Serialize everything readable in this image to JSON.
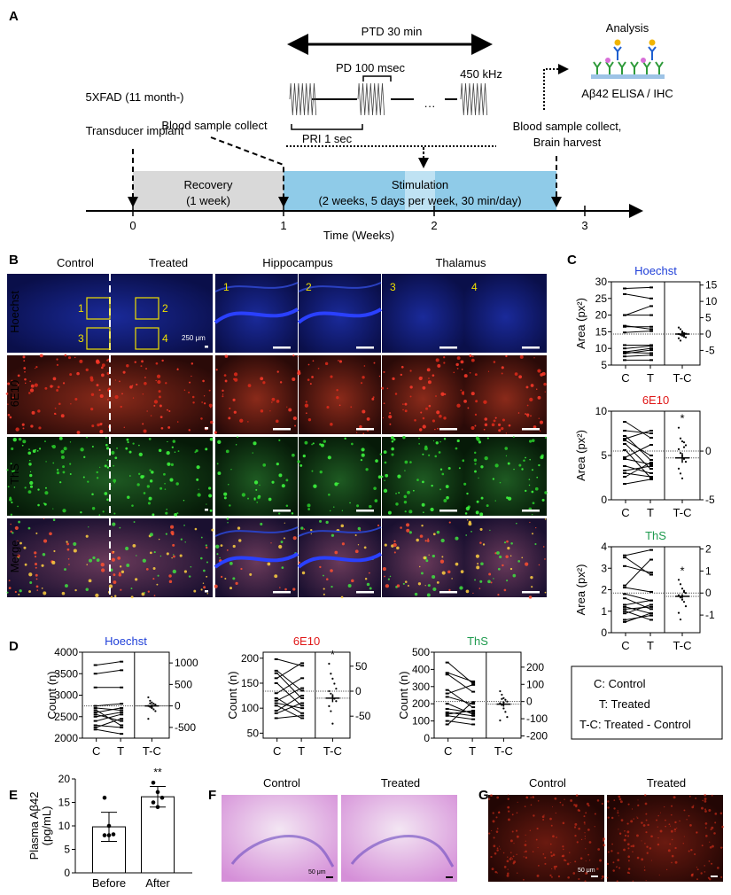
{
  "panel_labels": {
    "a": "A",
    "b": "B",
    "c": "C",
    "d": "D",
    "e": "E",
    "f": "F",
    "g": "G"
  },
  "panel_a": {
    "model": "5XFAD (11 month-)",
    "implant": "Transducer implant",
    "blood1": "Blood sample collect",
    "blood2": "Blood sample collect,",
    "harvest": "Brain harvest",
    "ptd": "PTD 30 min",
    "pd": "PD 100 msec",
    "freq": "450 kHz",
    "pri": "PRI 1 sec",
    "ellipsis": "···",
    "analysis": "Analysis",
    "assay": "Aβ42 ELISA / IHC",
    "recovery": "Recovery",
    "recovery_dur": "(1 week)",
    "stimulation": "Stimulation",
    "stimulation_dur": "(2 weeks, 5 days per week, 30 min/day)",
    "ticks": [
      "0",
      "1",
      "2",
      "3"
    ],
    "xlabel": "Time (Weeks)",
    "colors": {
      "recovery": "#d9d9d9",
      "stimulation": "#8fcbe8"
    }
  },
  "panel_b": {
    "col_headers": {
      "control": "Control",
      "treated": "Treated",
      "hippocampus": "Hippocampus",
      "thalamus": "Thalamus"
    },
    "rows": [
      {
        "label": "Hoechst",
        "color": "#1f3fd8"
      },
      {
        "label": "6E10",
        "color": "#e01818"
      },
      {
        "label": "ThS",
        "color": "#2aa02a"
      },
      {
        "label": "Merge",
        "color": "#000000"
      }
    ],
    "region_numbers": [
      "1",
      "2",
      "3",
      "4"
    ],
    "scale_bar": "250 μm"
  },
  "chart_data": [
    {
      "id": "C-Hoechst",
      "type": "paired-scatter",
      "title": "Hoechst",
      "title_color": "#1f3fd8",
      "ylabel": "Area (px²)",
      "categories": [
        "C",
        "T",
        "T-C"
      ],
      "ylim": [
        5,
        30
      ],
      "yticks": [
        5,
        10,
        15,
        20,
        25,
        30
      ],
      "ylim_right": [
        -9.5,
        16
      ],
      "yticks_right": [
        -5,
        0,
        5,
        10,
        15
      ],
      "pairs": [
        [
          28,
          28.3
        ],
        [
          26.3,
          25
        ],
        [
          20,
          22.7
        ],
        [
          20,
          20
        ],
        [
          16.8,
          15.8
        ],
        [
          16.5,
          16.5
        ],
        [
          14.8,
          15.2
        ],
        [
          11,
          11
        ],
        [
          10,
          10.7
        ],
        [
          9,
          10
        ],
        [
          8.8,
          8.6
        ],
        [
          8.5,
          9.5
        ],
        [
          7.6,
          8
        ],
        [
          6.5,
          6.5
        ]
      ],
      "diff": [
        2,
        1.5,
        0.5,
        0.3,
        0.1,
        0,
        -0.2,
        -0.5,
        -0.8,
        -1,
        -1.3,
        -2,
        0.8,
        -0.3
      ],
      "diff_mean": 0,
      "diff_sem": 0.5,
      "sig": ""
    },
    {
      "id": "C-6E10",
      "type": "paired-scatter",
      "title": "6E10",
      "title_color": "#e01818",
      "ylabel": "Area (px²)",
      "categories": [
        "C",
        "T",
        "T-C"
      ],
      "ylim": [
        0,
        10
      ],
      "yticks": [
        0,
        5,
        10
      ],
      "ylim_right": [
        -5,
        4.1
      ],
      "yticks_right": [
        -5,
        0
      ],
      "pairs": [
        [
          8.8,
          7
        ],
        [
          7.8,
          7.5
        ],
        [
          7.2,
          4.5
        ],
        [
          6.9,
          7.8
        ],
        [
          6.7,
          5
        ],
        [
          6.3,
          3.5
        ],
        [
          5.6,
          2.5
        ],
        [
          4.8,
          6.2
        ],
        [
          4.6,
          4
        ],
        [
          3.8,
          3
        ],
        [
          3.3,
          3.8
        ],
        [
          3,
          2.6
        ],
        [
          2.6,
          4.2
        ],
        [
          1.8,
          2.3
        ]
      ],
      "diff": [
        2.4,
        1.3,
        1,
        0.9,
        0.6,
        0.2,
        -0.2,
        -0.5,
        -0.8,
        -1.1,
        -1.8,
        -2.3,
        -2.8,
        0.4
      ],
      "diff_mean": -0.7,
      "diff_sem": 0.5,
      "sig": "*"
    },
    {
      "id": "C-ThS",
      "type": "paired-scatter",
      "title": "ThS",
      "title_color": "#1e9a4e",
      "ylabel": "Area (px²)",
      "categories": [
        "C",
        "T",
        "T-C"
      ],
      "ylim": [
        0,
        4
      ],
      "yticks": [
        0,
        1,
        2,
        3,
        4
      ],
      "ylim_right": [
        -1.8,
        2.1
      ],
      "yticks_right": [
        -1,
        0,
        1,
        2
      ],
      "pairs": [
        [
          3.6,
          3.85
        ],
        [
          3.5,
          2.7
        ],
        [
          3.1,
          2.8
        ],
        [
          2.2,
          3.4
        ],
        [
          2.1,
          1.9
        ],
        [
          1.8,
          1.5
        ],
        [
          1.6,
          1.1
        ],
        [
          1.3,
          1.5
        ],
        [
          1.2,
          0.9
        ],
        [
          1.1,
          1.2
        ],
        [
          1,
          0.6
        ],
        [
          0.9,
          1.3
        ],
        [
          0.6,
          0.8
        ],
        [
          0.5,
          0.9
        ]
      ],
      "diff": [
        0.6,
        0.4,
        0.2,
        0.1,
        0,
        -0.1,
        -0.2,
        -0.3,
        -0.4,
        -0.6,
        -0.9,
        -1.2,
        -0.15,
        0.05
      ],
      "diff_mean": -0.15,
      "diff_sem": 0.1,
      "sig": "*"
    },
    {
      "id": "D-Hoechst",
      "type": "paired-scatter",
      "title": "Hoechst",
      "title_color": "#1f3fd8",
      "ylabel": "Count (n)",
      "categories": [
        "C",
        "T",
        "T-C"
      ],
      "ylim": [
        2000,
        4000
      ],
      "yticks": [
        2000,
        2500,
        3000,
        3500,
        4000
      ],
      "ylim_right": [
        -750,
        1250
      ],
      "yticks_right": [
        -500,
        0,
        500,
        1000
      ],
      "pairs": [
        [
          3700,
          3780
        ],
        [
          3500,
          3580
        ],
        [
          3180,
          3180
        ],
        [
          2750,
          2800
        ],
        [
          2700,
          2650
        ],
        [
          2650,
          2300
        ],
        [
          2600,
          2700
        ],
        [
          2550,
          2400
        ],
        [
          2500,
          2600
        ],
        [
          2400,
          2550
        ],
        [
          2300,
          2250
        ],
        [
          2250,
          2450
        ],
        [
          2200,
          2100
        ]
      ],
      "diff": [
        200,
        120,
        80,
        50,
        30,
        0,
        -20,
        -50,
        -80,
        -120,
        -300,
        60,
        -30
      ],
      "diff_mean": 0,
      "diff_sem": 40,
      "sig": ""
    },
    {
      "id": "D-6E10",
      "type": "paired-scatter",
      "title": "6E10",
      "title_color": "#e01818",
      "ylabel": "Count (n)",
      "categories": [
        "C",
        "T",
        "T-C"
      ],
      "ylim": [
        40,
        212
      ],
      "yticks": [
        50,
        100,
        150,
        200
      ],
      "ylim_right": [
        -94,
        78
      ],
      "yticks_right": [
        -50,
        0,
        50
      ],
      "pairs": [
        [
          198,
          185
        ],
        [
          175,
          135
        ],
        [
          170,
          120
        ],
        [
          160,
          190
        ],
        [
          150,
          105
        ],
        [
          130,
          160
        ],
        [
          120,
          90
        ],
        [
          115,
          140
        ],
        [
          110,
          100
        ],
        [
          105,
          80
        ],
        [
          95,
          125
        ],
        [
          90,
          110
        ],
        [
          80,
          85
        ]
      ],
      "diff": [
        55,
        35,
        25,
        15,
        5,
        0,
        -5,
        -10,
        -15,
        -20,
        -30,
        -40,
        -65
      ],
      "diff_mean": -14,
      "diff_sem": 8,
      "sig": "*"
    },
    {
      "id": "D-ThS",
      "type": "paired-scatter",
      "title": "ThS",
      "title_color": "#1e9a4e",
      "ylabel": "Count (n)",
      "categories": [
        "C",
        "T",
        "T-C"
      ],
      "ylim": [
        0,
        500
      ],
      "yticks": [
        0,
        100,
        200,
        300,
        400,
        500
      ],
      "ylim_right": [
        -213,
        287
      ],
      "yticks_right": [
        -200,
        -100,
        0,
        100,
        200
      ],
      "pairs": [
        [
          440,
          320
        ],
        [
          380,
          330
        ],
        [
          370,
          270
        ],
        [
          280,
          180
        ],
        [
          260,
          310
        ],
        [
          240,
          200
        ],
        [
          200,
          140
        ],
        [
          170,
          150
        ],
        [
          150,
          130
        ],
        [
          140,
          160
        ],
        [
          130,
          110
        ],
        [
          100,
          80
        ],
        [
          80,
          210
        ]
      ],
      "diff": [
        60,
        40,
        20,
        10,
        0,
        -10,
        -20,
        -40,
        -60,
        -90,
        -110,
        15,
        -5
      ],
      "diff_mean": -15,
      "diff_sem": 15,
      "sig": ""
    },
    {
      "id": "E",
      "type": "bar",
      "ylabel": "Plasma Aβ42",
      "ylabel2": "(pg/mL)",
      "categories": [
        "Before",
        "After"
      ],
      "ylim": [
        0,
        20
      ],
      "yticks": [
        0,
        5,
        10,
        15,
        20
      ],
      "values": [
        9.8,
        16.2
      ],
      "errors": [
        3.1,
        2.2
      ],
      "points": [
        [
          16,
          10,
          8.2,
          8,
          8
        ],
        [
          19.2,
          17.2,
          16,
          15,
          14
        ]
      ],
      "sig": [
        "",
        "**"
      ]
    }
  ],
  "legend": {
    "c": "C: Control",
    "t": "T: Treated",
    "tc": "T-C: Treated - Control"
  },
  "panel_f": {
    "control": "Control",
    "treated": "Treated",
    "scale_bar": "50 μm"
  },
  "panel_g": {
    "control": "Control",
    "treated": "Treated",
    "scale_bar": "50 μm"
  }
}
